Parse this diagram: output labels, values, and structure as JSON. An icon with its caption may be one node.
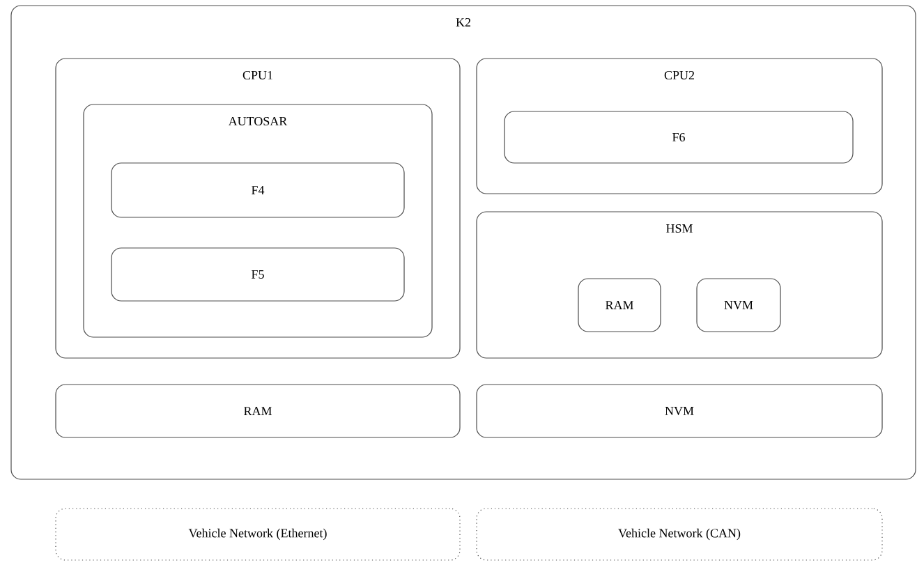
{
  "diagram": {
    "nodes": [
      {
        "text": [
          "K2"
        ]
      },
      {
        "text": [
          "CPU1"
        ],
        "in": 0
      },
      {
        "text": [
          "AUTOSAR"
        ],
        "in": 1
      },
      {
        "text": [
          "F4"
        ],
        "in": 2
      },
      {
        "text": [
          "F5"
        ],
        "in": 2
      },
      {
        "text": [
          "CPU2"
        ],
        "in": 0
      },
      {
        "text": [
          "F6"
        ],
        "in": 5
      },
      {
        "text": [
          "HSM"
        ],
        "in": 0
      },
      {
        "text": [
          "RAM"
        ],
        "in": 7
      },
      {
        "text": [
          "NVM"
        ],
        "in": 7
      },
      {
        "text": [
          "RAM"
        ],
        "in": 0
      },
      {
        "text": [
          "NVM"
        ],
        "in": 0
      },
      {
        "text": [
          "Vehicle Network (Ethernet)"
        ]
      },
      {
        "text": [
          "Vehicle Network (CAN)"
        ]
      }
    ]
  }
}
